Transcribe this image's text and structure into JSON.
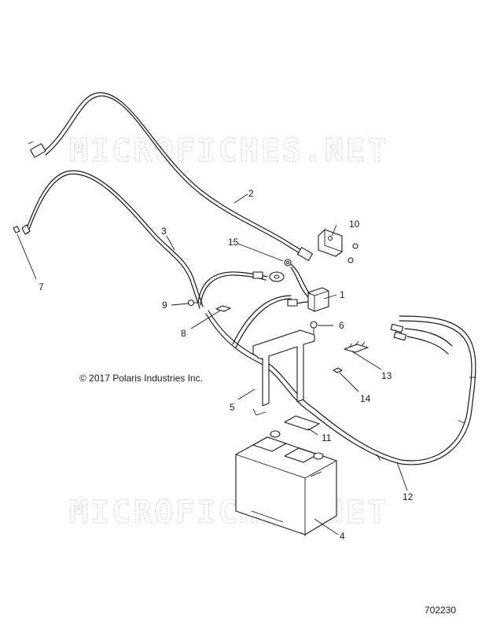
{
  "watermark": "MICROFICHES.NET",
  "copyright": "© 2017 Polaris Industries Inc.",
  "diagram_number": "702230",
  "callouts": [
    {
      "label": "1"
    },
    {
      "label": "2"
    },
    {
      "label": "3"
    },
    {
      "label": "4"
    },
    {
      "label": "5"
    },
    {
      "label": "6"
    },
    {
      "label": "7"
    },
    {
      "label": "8"
    },
    {
      "label": "9"
    },
    {
      "label": "10"
    },
    {
      "label": "11"
    },
    {
      "label": "12"
    },
    {
      "label": "13"
    },
    {
      "label": "14"
    },
    {
      "label": "15"
    }
  ]
}
